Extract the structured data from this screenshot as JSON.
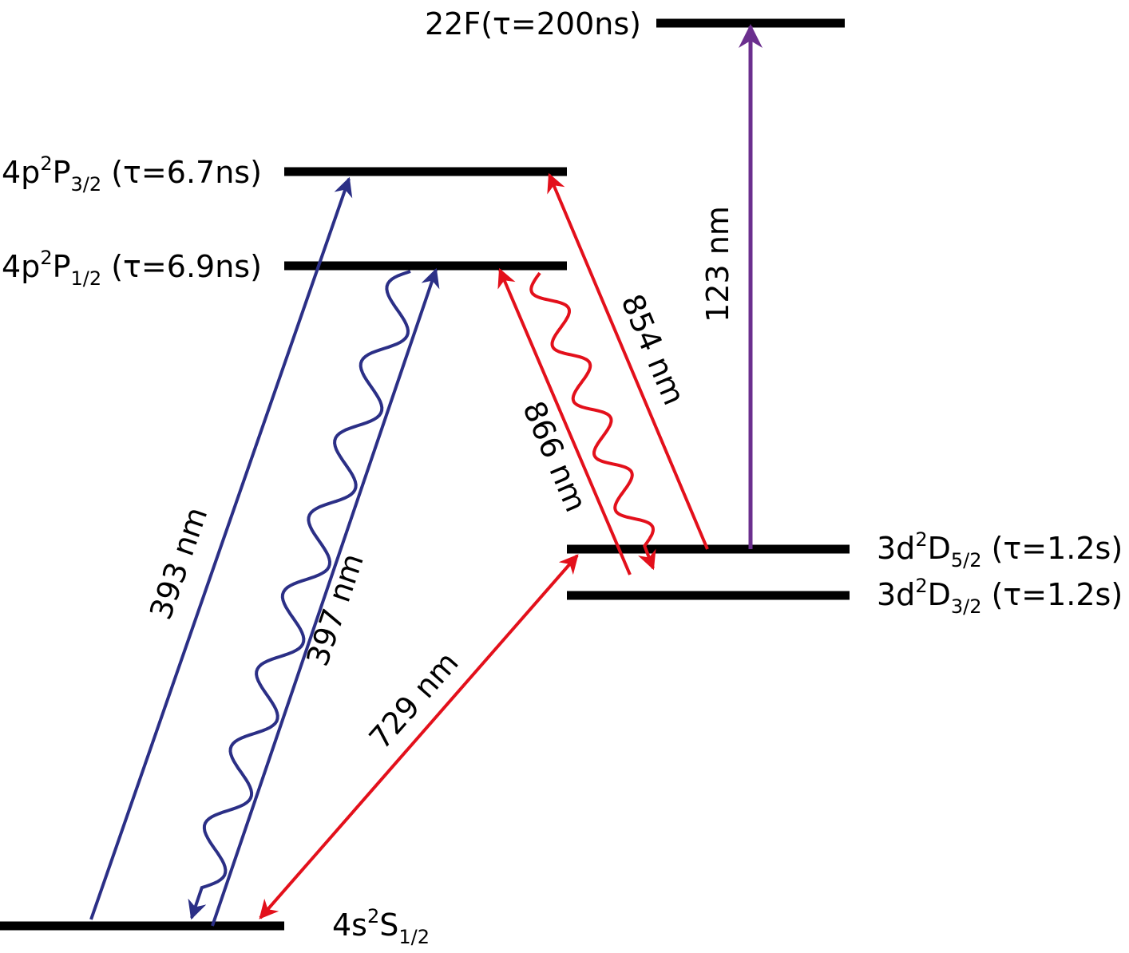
{
  "colors": {
    "level": "#000000",
    "blue": "#2b2f86",
    "red": "#e3101b",
    "purple": "#6b2f8e"
  },
  "levels": {
    "f22": {
      "label": "22F(τ=200ns)"
    },
    "p32": {
      "main": "4p",
      "sup": "2",
      "term": "P",
      "sub": "3/2",
      "tail": " (τ=6.7ns)"
    },
    "p12": {
      "main": "4p",
      "sup": "2",
      "term": "P",
      "sub": "1/2",
      "tail": " (τ=6.9ns)"
    },
    "d52": {
      "main": "3d",
      "sup": "2",
      "term": "D",
      "sub": "5/2",
      "tail": " (τ=1.2s)"
    },
    "d32": {
      "main": "3d",
      "sup": "2",
      "term": "D",
      "sub": "3/2",
      "tail": " (τ=1.2s)"
    },
    "s12": {
      "main": "4s",
      "sup": "2",
      "term": "S",
      "sub": "1/2",
      "tail": ""
    }
  },
  "transitions": {
    "t393": {
      "label": "393 nm"
    },
    "t397": {
      "label": "397 nm"
    },
    "t729": {
      "label": "729 nm"
    },
    "t866": {
      "label": "866 nm"
    },
    "t854": {
      "label": "854 nm"
    },
    "t123": {
      "label": "123 nm"
    }
  }
}
